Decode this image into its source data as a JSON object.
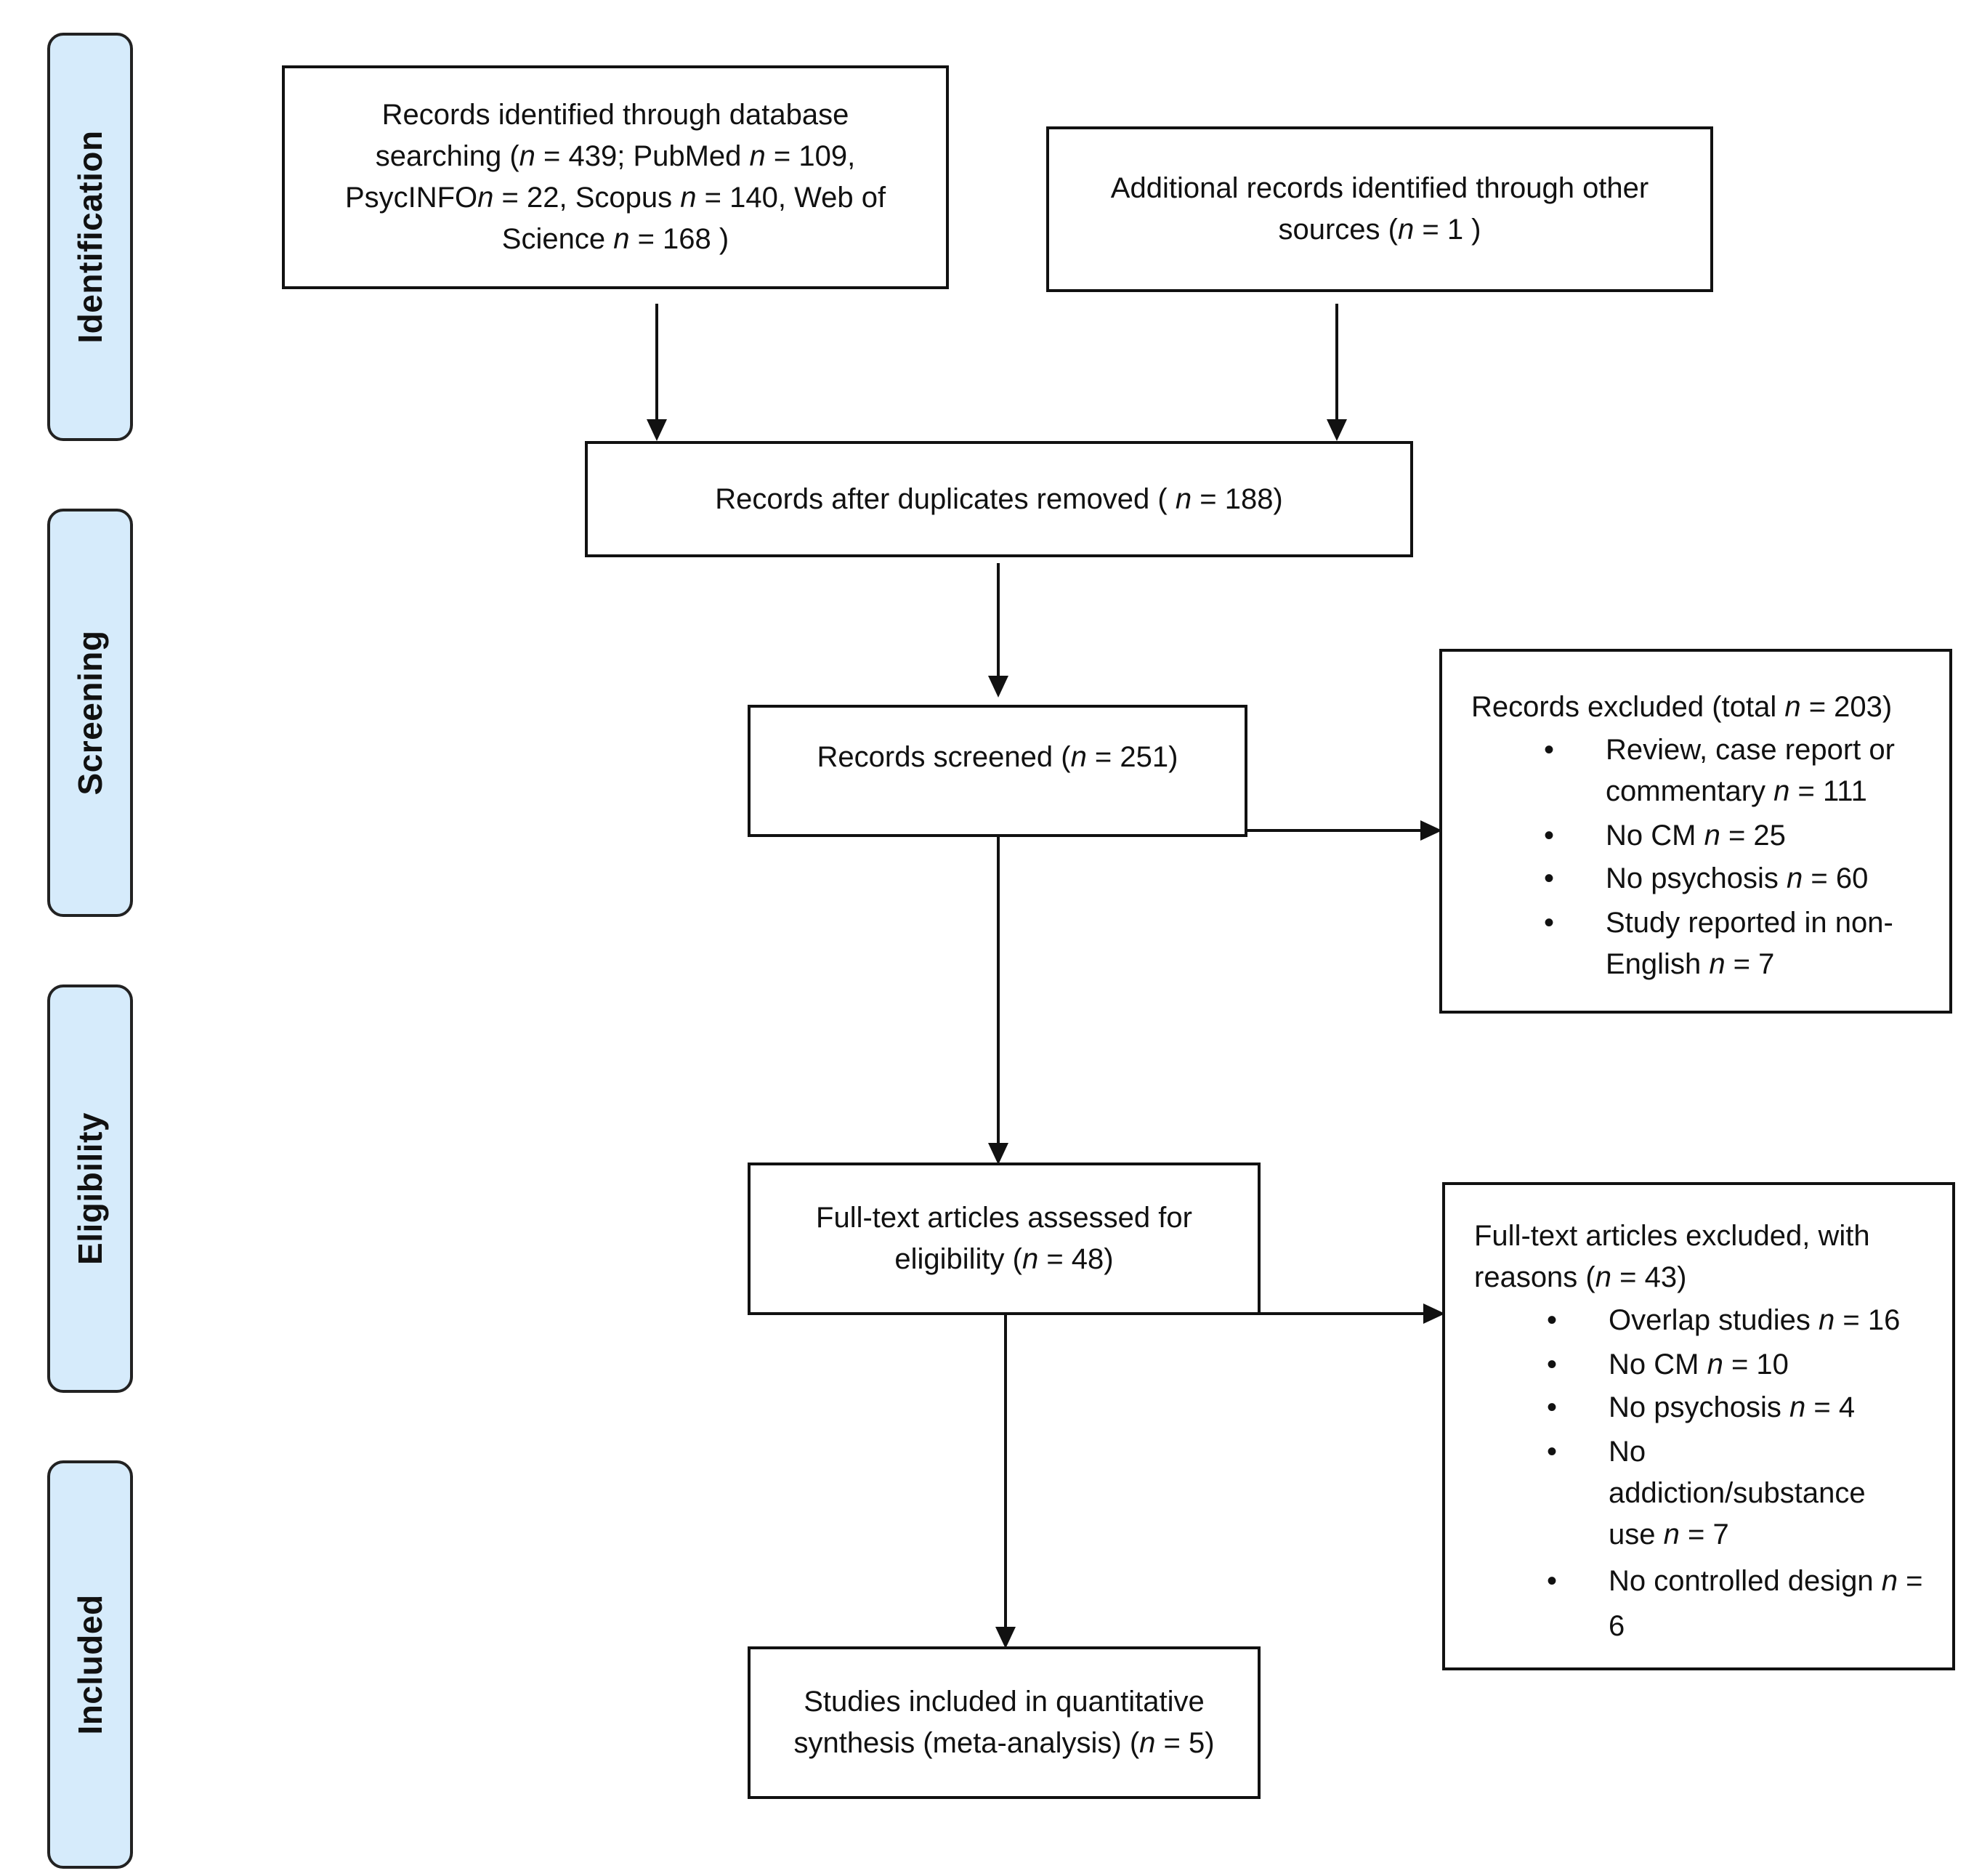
{
  "phases": {
    "identification": "Identification",
    "screening": "Screening",
    "eligibility": "Eligibility",
    "included": "Included"
  },
  "boxes": {
    "database": {
      "t1": "Records identified through database searching (",
      "n1": "n",
      "t2": " = 439; PubMed ",
      "n2": "n",
      "t3": " = 109, PsycINFO",
      "n3": "n",
      "t4": " = 22, Scopus ",
      "n4": "n",
      "t5": " = 140, Web of Science ",
      "n5": "n",
      "t6": " = 168 )"
    },
    "additional": {
      "t1": "Additional records identified through other sources (",
      "n1": "n",
      "t2": " = 1 )"
    },
    "duplicates": {
      "t1": "Records after duplicates removed ( ",
      "n1": "n",
      "t2": " = 188)"
    },
    "screened": {
      "t1": "Records screened (",
      "n1": "n",
      "t2": " = 251)"
    },
    "excluded_records": {
      "head_t1": "Records excluded (total ",
      "head_n": "n",
      "head_t2": " = 203)",
      "items": [
        {
          "text": "Review, case report or commentary ",
          "n": "n",
          "value": " = 111"
        },
        {
          "text": "No CM ",
          "n": "n",
          "value": " = 25"
        },
        {
          "text": "No psychosis ",
          "n": "n",
          "value": " = 60"
        },
        {
          "text": "Study reported in non-English ",
          "n": "n",
          "value": " = 7"
        }
      ]
    },
    "fulltext": {
      "t1": "Full-text articles assessed for eligibility (",
      "n1": "n",
      "t2": " = 48)"
    },
    "excluded_fulltext": {
      "head_t1": "Full-text articles excluded, with reasons (",
      "head_n": "n",
      "head_t2": " = 43)",
      "items": [
        {
          "text": "Overlap studies ",
          "n": "n",
          "value": " = 16"
        },
        {
          "text": "No CM ",
          "n": "n",
          "value": " = 10"
        },
        {
          "text": "No psychosis ",
          "n": "n",
          "value": " = 4"
        },
        {
          "text": "No addiction/substance use ",
          "n": "n",
          "value": " = 7"
        },
        {
          "text": "No controlled design ",
          "n": "n",
          "value": " = 6"
        }
      ]
    },
    "included": {
      "t1": "Studies included in quantitative synthesis (meta-analysis) (",
      "n1": "n",
      "t2": " = 5)"
    }
  }
}
